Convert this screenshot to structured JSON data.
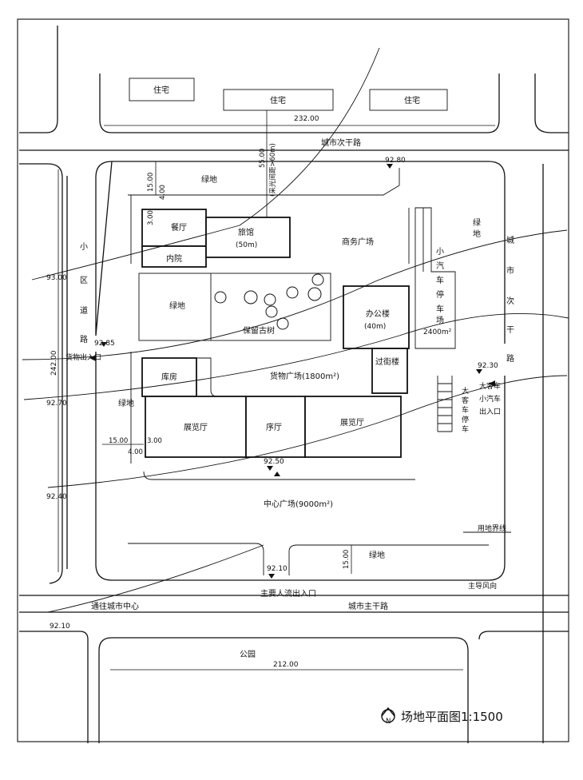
{
  "labels": {
    "residence_1": "住宅",
    "residence_2": "住宅",
    "residence_3": "住宅",
    "secondary_road": "城市次干路",
    "secondary_road_dim": "232.00",
    "elev_ne": "92.80",
    "green_north": "绿地",
    "restaurant": "餐厅",
    "hotel_name": "旅馆",
    "hotel_height": "(50m)",
    "inner_court": "内院",
    "business_plaza": "商务广场",
    "small_car_parking": "小汽车停车场",
    "parking_area": "2400m²",
    "green_east_top": "绿地",
    "green_mid": "绿地",
    "ancient_tree": "保留古树",
    "office_name": "办公楼",
    "office_height": "(40m)",
    "city_trunk_road": "城市主干路",
    "community_road": "小区道路",
    "elev_west_top": "93.00",
    "total_dim": "242.00",
    "goods_entry": "货物出入口",
    "elev_goods": "92.85",
    "elev_west_mid": "92.70",
    "warehouse": "库房",
    "goods_plaza": "货物广场(1800m²)",
    "overpass": "过街楼",
    "elev_east": "92.30",
    "bus_car_entry": "大客车小汽车出入口",
    "bus_parking": "大客车停车场",
    "green_west": "绿地",
    "exhibit_left": "展览厅",
    "foyer": "序厅",
    "exhibit_right": "展览厅",
    "elev_center": "92.50",
    "elev_west_low": "92.40",
    "central_plaza": "中心广场(9000m²)",
    "land_boundary": "用地界线",
    "green_south": "绿地",
    "elev_south": "92.10",
    "main_entry": "主要人流出入口",
    "main_wind": "主导风向",
    "to_city_center": "通往城市中心",
    "elev_sw": "92.10",
    "park": "公园",
    "park_dim": "212.00",
    "dim_15_top": "15.00",
    "dim_4_top": "4.00",
    "dim_3_top": "3.00",
    "dim_55": "55.00",
    "sight_line": "(采光间距>60m)",
    "dim_15_left": "15.00",
    "dim_3_left": "3.00",
    "dim_4_left": "4.00",
    "dim_15_south": "15.00",
    "plan_title": "场地平面图1:1500",
    "north_mark": "N"
  }
}
